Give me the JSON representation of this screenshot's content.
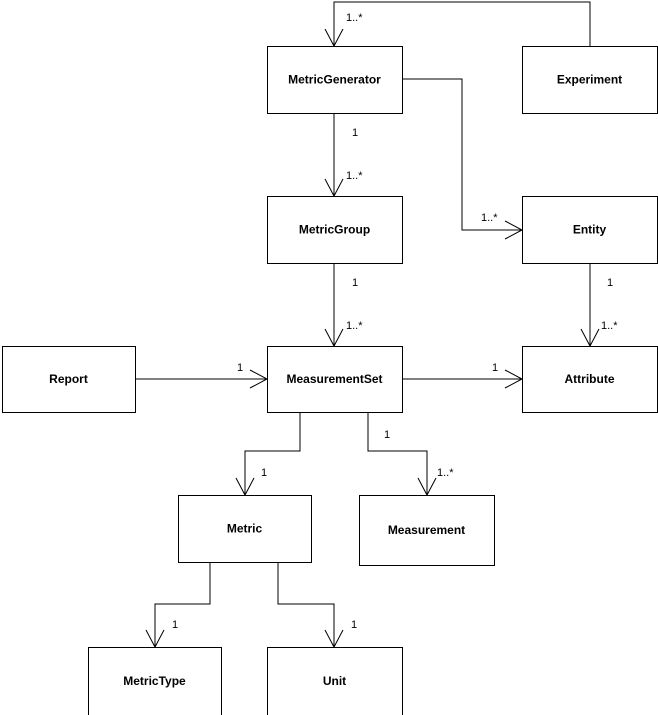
{
  "diagram": {
    "nodes": [
      {
        "id": "metricgenerator",
        "label": "MetricGenerator"
      },
      {
        "id": "experiment",
        "label": "Experiment"
      },
      {
        "id": "metricgroup",
        "label": "MetricGroup"
      },
      {
        "id": "entity",
        "label": "Entity"
      },
      {
        "id": "report",
        "label": "Report"
      },
      {
        "id": "measurementset",
        "label": "MeasurementSet"
      },
      {
        "id": "attribute",
        "label": "Attribute"
      },
      {
        "id": "metric",
        "label": "Metric"
      },
      {
        "id": "measurement",
        "label": "Measurement"
      },
      {
        "id": "metrictype",
        "label": "MetricType"
      },
      {
        "id": "unit",
        "label": "Unit"
      }
    ],
    "edges": [
      {
        "id": "experiment-metricgenerator",
        "from": "experiment",
        "to": "metricgenerator",
        "source_mult": "",
        "target_mult": "1..*"
      },
      {
        "id": "metricgenerator-metricgroup",
        "from": "metricgenerator",
        "to": "metricgroup",
        "source_mult": "1",
        "target_mult": "1..*"
      },
      {
        "id": "metricgenerator-entity",
        "from": "metricgenerator",
        "to": "entity",
        "source_mult": "",
        "target_mult": "1..*"
      },
      {
        "id": "metricgroup-measurementset",
        "from": "metricgroup",
        "to": "measurementset",
        "source_mult": "1",
        "target_mult": "1..*"
      },
      {
        "id": "entity-attribute",
        "from": "entity",
        "to": "attribute",
        "source_mult": "1",
        "target_mult": "1..*"
      },
      {
        "id": "report-measurementset",
        "from": "report",
        "to": "measurementset",
        "source_mult": "",
        "target_mult": "1"
      },
      {
        "id": "measurementset-attribute",
        "from": "measurementset",
        "to": "attribute",
        "source_mult": "",
        "target_mult": "1"
      },
      {
        "id": "measurementset-metric",
        "from": "measurementset",
        "to": "metric",
        "source_mult": "",
        "target_mult": "1"
      },
      {
        "id": "measurementset-measurement",
        "from": "measurementset",
        "to": "measurement",
        "source_mult": "1",
        "target_mult": "1..*"
      },
      {
        "id": "metric-metrictype",
        "from": "metric",
        "to": "metrictype",
        "source_mult": "",
        "target_mult": "1"
      },
      {
        "id": "metric-unit",
        "from": "metric",
        "to": "unit",
        "source_mult": "",
        "target_mult": "1"
      }
    ]
  }
}
